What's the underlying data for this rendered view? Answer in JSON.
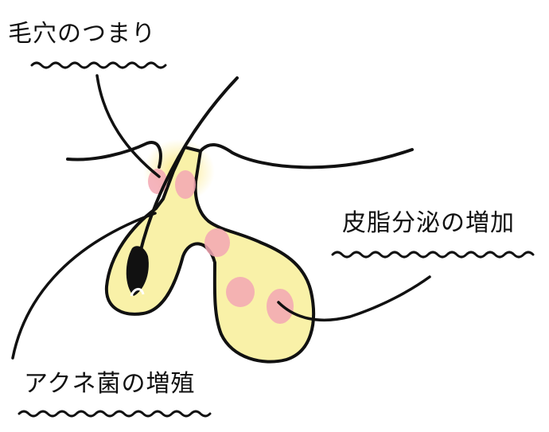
{
  "labels": {
    "pore_clog": "毛穴のつまり",
    "sebum_increase": "皮脂分泌の増加",
    "acne_bacteria_growth": "アクネ菌の増殖"
  },
  "colors": {
    "background": "#ffffff",
    "line": "#111111",
    "gland_fill": "#f9f1a8",
    "gland_glow": "#fbeb7a",
    "spot": "#f3a7b4"
  }
}
